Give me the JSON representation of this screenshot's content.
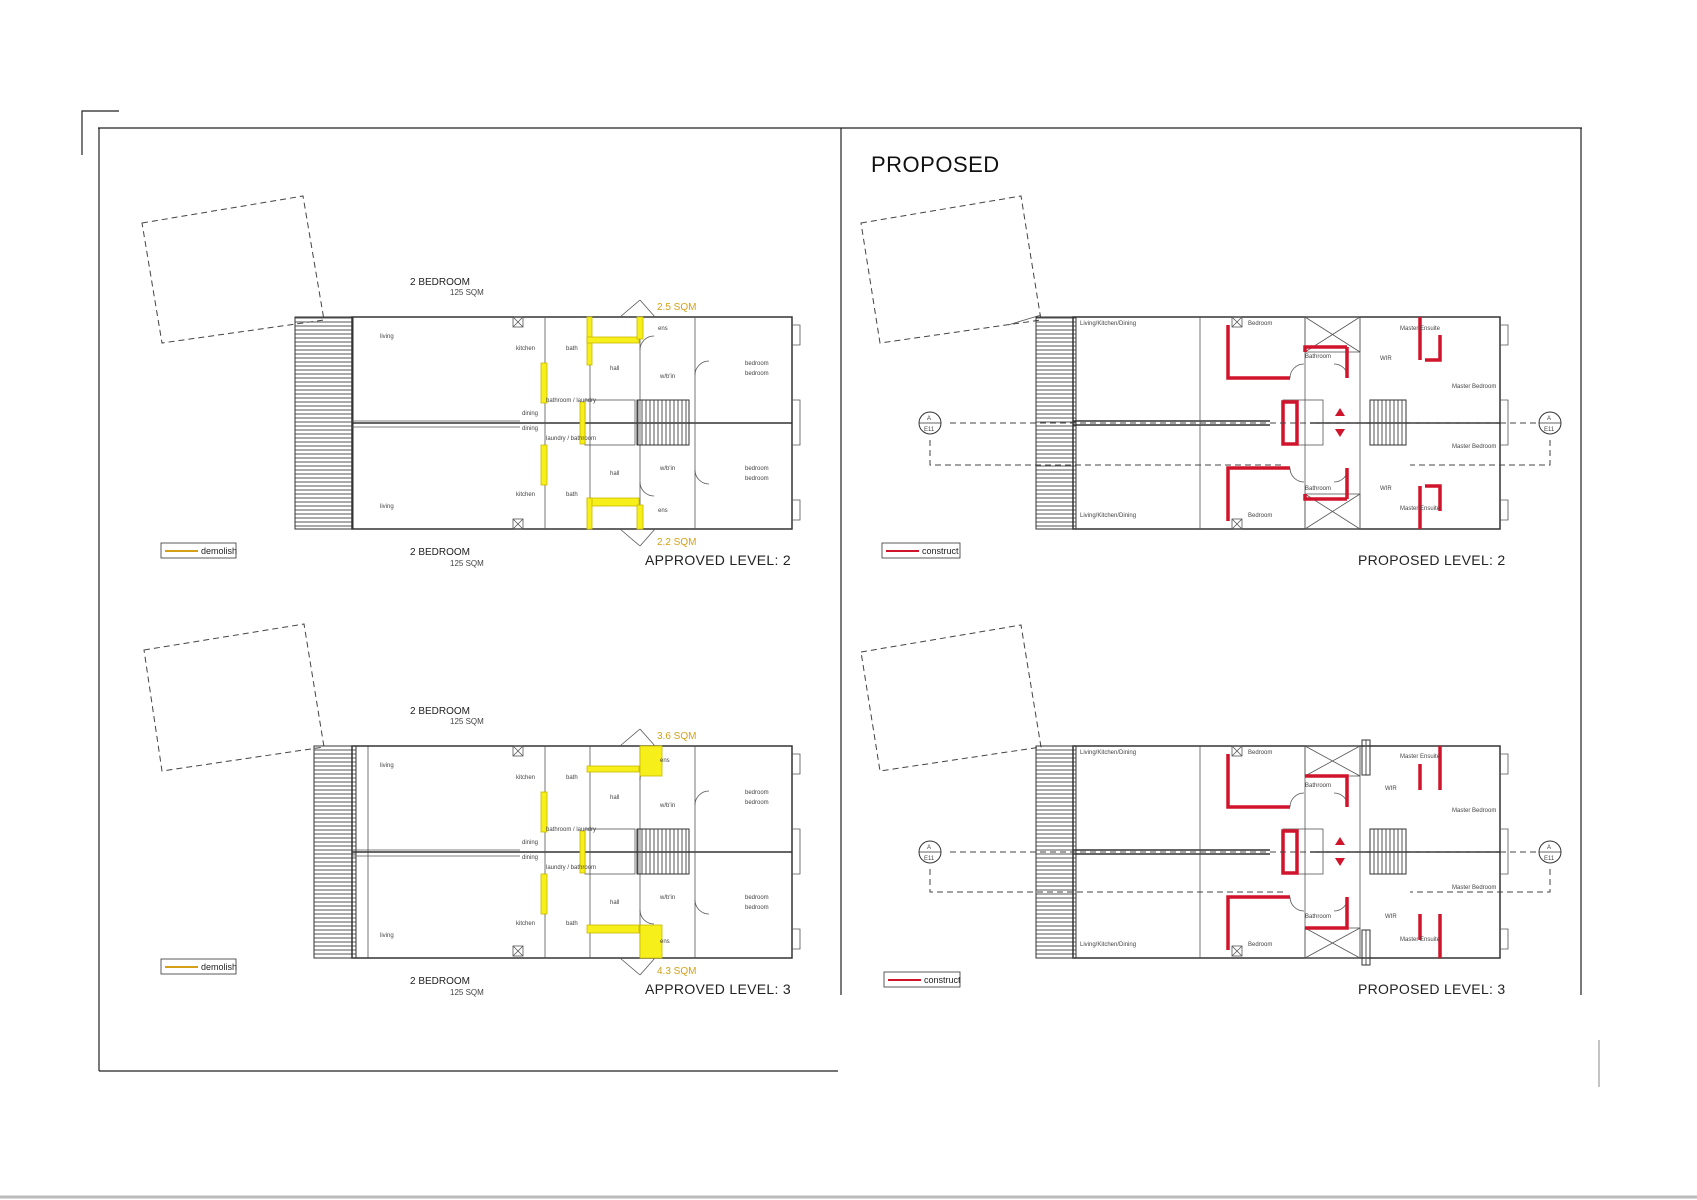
{
  "sheet": {
    "proposed_heading": "PROPOSED"
  },
  "approved_l2": {
    "unit_top_type": "2 BEDROOM",
    "unit_top_area": "125 SQM",
    "unit_bottom_type": "2 BEDROOM",
    "unit_bottom_area": "125 SQM",
    "demolish_top_area": "2.5 SQM",
    "demolish_bottom_area": "2.2 SQM",
    "level_label": "APPROVED LEVEL: 2",
    "legend_label": "demolish",
    "rooms": {
      "living_top": "living",
      "kitchen_top": "kitchen",
      "bath_top": "bath",
      "ens_top": "ens",
      "bedroom_top_a": "bedroom",
      "bedroom_top_b": "bedroom",
      "hall_top": "hall",
      "wir_top": "w/b'in",
      "laundry_top": "bathroom / laundry",
      "dining_top": "dining",
      "dining_bottom": "dining",
      "laundry_bottom": "laundry / bathroom",
      "hall_bottom": "hall",
      "wir_bottom": "w/b'in",
      "bedroom_bottom_a": "bedroom",
      "bedroom_bottom_b": "bedroom",
      "living_bottom": "living",
      "kitchen_bottom": "kitchen",
      "bath_bottom": "bath",
      "ens_bottom": "ens"
    }
  },
  "approved_l3": {
    "unit_top_type": "2 BEDROOM",
    "unit_top_area": "125 SQM",
    "unit_bottom_type": "2 BEDROOM",
    "unit_bottom_area": "125 SQM",
    "demolish_top_area": "3.6 SQM",
    "demolish_bottom_area": "4.3 SQM",
    "level_label": "APPROVED LEVEL: 3",
    "legend_label": "demolish",
    "rooms": {
      "living_top": "living",
      "kitchen_top": "kitchen",
      "bath_top": "bath",
      "ens_top": "ens",
      "bedroom_top_a": "bedroom",
      "bedroom_top_b": "bedroom",
      "hall_top": "hall",
      "wir_top": "w/b'in",
      "laundry_top": "bathroom / laundry",
      "dining_top": "dining",
      "dining_bottom": "dining",
      "laundry_bottom": "laundry / bathroom",
      "hall_bottom": "hall",
      "wir_bottom": "w/b'in",
      "bedroom_bottom_a": "bedroom",
      "bedroom_bottom_b": "bedroom",
      "living_bottom": "living",
      "kitchen_bottom": "kitchen",
      "bath_bottom": "bath",
      "ens_bottom": "ens"
    }
  },
  "proposed_l2": {
    "level_label": "PROPOSED LEVEL: 2",
    "legend_label": "construct",
    "section_marker": "A",
    "section_ref": "E11",
    "rooms": {
      "living_top": "Living/Kitchen/Dining",
      "bedroom_top": "Bedroom",
      "bathroom_top": "Bathroom",
      "wir_top": "WIR",
      "ensuite_top": "Master Ensuite",
      "master_top": "Master Bedroom",
      "master_bottom": "Master Bedroom",
      "bathroom_bottom": "Bathroom",
      "wir_bottom": "WIR",
      "ensuite_bottom": "Master Ensuite",
      "bedroom_bottom": "Bedroom",
      "living_bottom": "Living/Kitchen/Dining"
    }
  },
  "proposed_l3": {
    "level_label": "PROPOSED LEVEL: 3",
    "legend_label": "construct",
    "section_marker": "A",
    "section_ref": "E11",
    "rooms": {
      "living_top": "Living/Kitchen/Dining",
      "bedroom_top": "Bedroom",
      "bathroom_top": "Bathroom",
      "wir_top": "WIR",
      "ensuite_top": "Master Ensuite",
      "master_top": "Master Bedroom",
      "master_bottom": "Master Bedroom",
      "bathroom_bottom": "Bathroom",
      "wir_bottom": "WIR",
      "ensuite_bottom": "Master Ensuite",
      "bedroom_bottom": "Bedroom",
      "living_bottom": "Living/Kitchen/Dining"
    }
  },
  "colors": {
    "demolish": "#f7ef1a",
    "demolish_line": "#d4a017",
    "construct": "#d0142c"
  }
}
